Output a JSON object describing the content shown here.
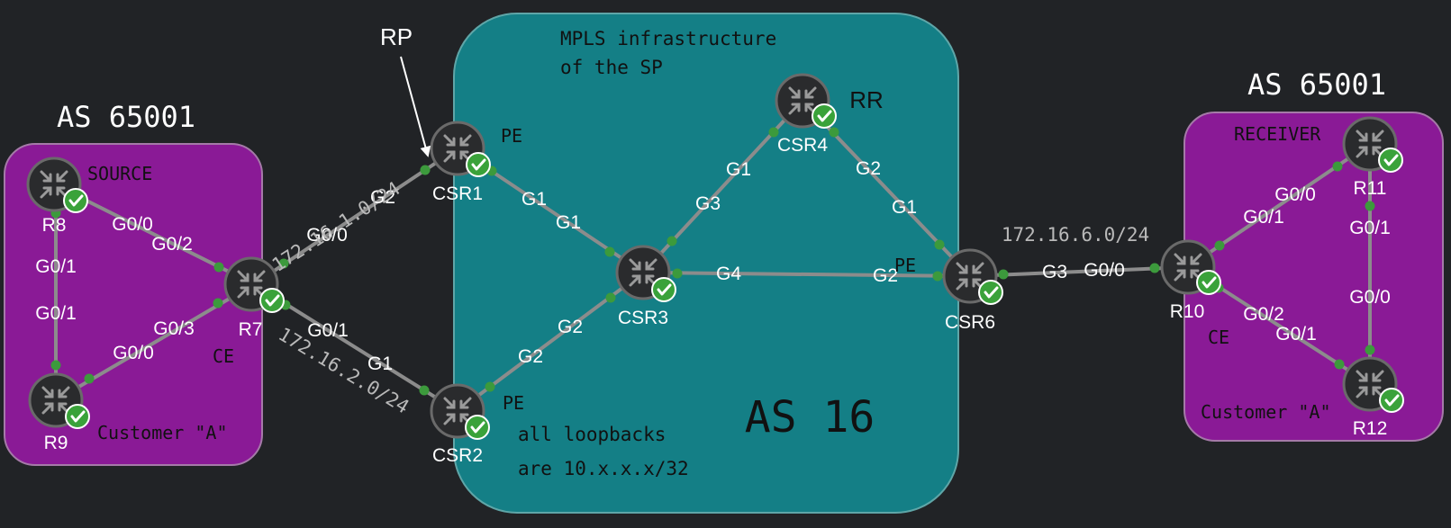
{
  "colors": {
    "background": "#212326",
    "customer_region": "#8a1a96",
    "customer_border": "#a57aa8",
    "sp_region": "#147f86",
    "sp_border": "#5fa6a8",
    "link": "#8c8c8c",
    "port": "#3c9a3c",
    "router_body": "#2a2b2d",
    "status_ok": "#3aa23a",
    "subnet_text": "#b9b9b9"
  },
  "left_as": {
    "title": "AS 65001",
    "role_label": "SOURCE",
    "customer_label": "Customer \"A\"",
    "ce_label": "CE"
  },
  "right_as": {
    "title": "AS 65001",
    "role_label": "RECEIVER",
    "customer_label": "Customer \"A\"",
    "ce_label": "CE"
  },
  "sp": {
    "title_line1": "MPLS infrastructure",
    "title_line2": "of the SP",
    "as_label": "AS 16",
    "note_line1": "all loopbacks",
    "note_line2": "are 10.x.x.x/32"
  },
  "annotations": {
    "rp": "RP",
    "rr": "RR",
    "pe_csr1": "PE",
    "pe_csr2": "PE",
    "pe_csr6": "PE"
  },
  "routers": [
    {
      "id": "R8",
      "label": "R8",
      "status": "ok"
    },
    {
      "id": "R9",
      "label": "R9",
      "status": "ok"
    },
    {
      "id": "R7",
      "label": "R7",
      "status": "ok"
    },
    {
      "id": "CSR1",
      "label": "CSR1",
      "status": "ok"
    },
    {
      "id": "CSR2",
      "label": "CSR2",
      "status": "ok"
    },
    {
      "id": "CSR3",
      "label": "CSR3",
      "status": "ok"
    },
    {
      "id": "CSR4",
      "label": "CSR4",
      "status": "ok"
    },
    {
      "id": "CSR6",
      "label": "CSR6",
      "status": "ok"
    },
    {
      "id": "R10",
      "label": "R10",
      "status": "ok"
    },
    {
      "id": "R11",
      "label": "R11",
      "status": "ok"
    },
    {
      "id": "R12",
      "label": "R12",
      "status": "ok"
    }
  ],
  "links": [
    {
      "from": "R8",
      "to": "R7",
      "ifaces": [
        "G0/0",
        "G0/2"
      ]
    },
    {
      "from": "R8",
      "to": "R9",
      "ifaces": [
        "G0/1",
        "G0/1"
      ]
    },
    {
      "from": "R9",
      "to": "R7",
      "ifaces": [
        "G0/0",
        "G0/3"
      ]
    },
    {
      "from": "R7",
      "to": "CSR1",
      "ifaces": [
        "G0/0",
        "G2"
      ],
      "subnet": "172.16.1.0/24"
    },
    {
      "from": "R7",
      "to": "CSR2",
      "ifaces": [
        "G0/1",
        "G1"
      ],
      "subnet": "172.16.2.0/24"
    },
    {
      "from": "CSR1",
      "to": "CSR3",
      "ifaces": [
        "G1",
        "G1"
      ]
    },
    {
      "from": "CSR2",
      "to": "CSR3",
      "ifaces": [
        "G2",
        "G2"
      ]
    },
    {
      "from": "CSR3",
      "to": "CSR4",
      "ifaces": [
        "G3",
        "G1"
      ]
    },
    {
      "from": "CSR4",
      "to": "CSR6",
      "ifaces": [
        "G2",
        "G1"
      ]
    },
    {
      "from": "CSR3",
      "to": "CSR6",
      "ifaces": [
        "G4",
        "G2"
      ]
    },
    {
      "from": "CSR6",
      "to": "R10",
      "ifaces": [
        "G3",
        "G0/0"
      ],
      "subnet": "172.16.6.0/24"
    },
    {
      "from": "R10",
      "to": "R11",
      "ifaces": [
        "G0/1",
        "G0/0"
      ]
    },
    {
      "from": "R10",
      "to": "R12",
      "ifaces": [
        "G0/2",
        "G0/1"
      ]
    },
    {
      "from": "R11",
      "to": "R12",
      "ifaces": [
        "G0/1",
        "G0/0"
      ]
    }
  ]
}
